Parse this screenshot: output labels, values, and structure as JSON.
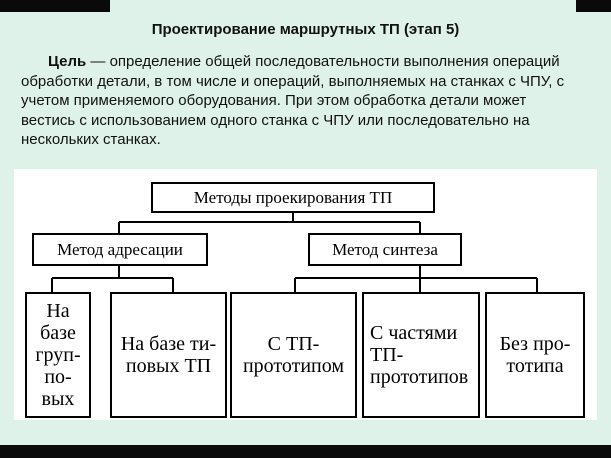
{
  "title": "Проектирование маршрутных ТП (этап 5)",
  "goal": {
    "label": "Цель",
    "text": " — определение общей последовательности выполнения операций обработки детали, в том числе и операций, выполняемых на станках с ЧПУ,  с учетом применяемого оборудования. При этом обработка детали может вестись с использованием одного станка с ЧПУ или последовательно на нескольких станках."
  },
  "diagram": {
    "root": "Методы проекирования ТП",
    "branches": [
      "Метод адресации",
      "Метод синтеза"
    ],
    "leaves": [
      "На\nбазе\nгруп-\nпо-\nвых",
      "На базе ти-\nповых ТП",
      "С ТП-\nпрототипом",
      "С частями\nТП-\nпрототипов",
      "Без про-\nтотипа"
    ]
  }
}
